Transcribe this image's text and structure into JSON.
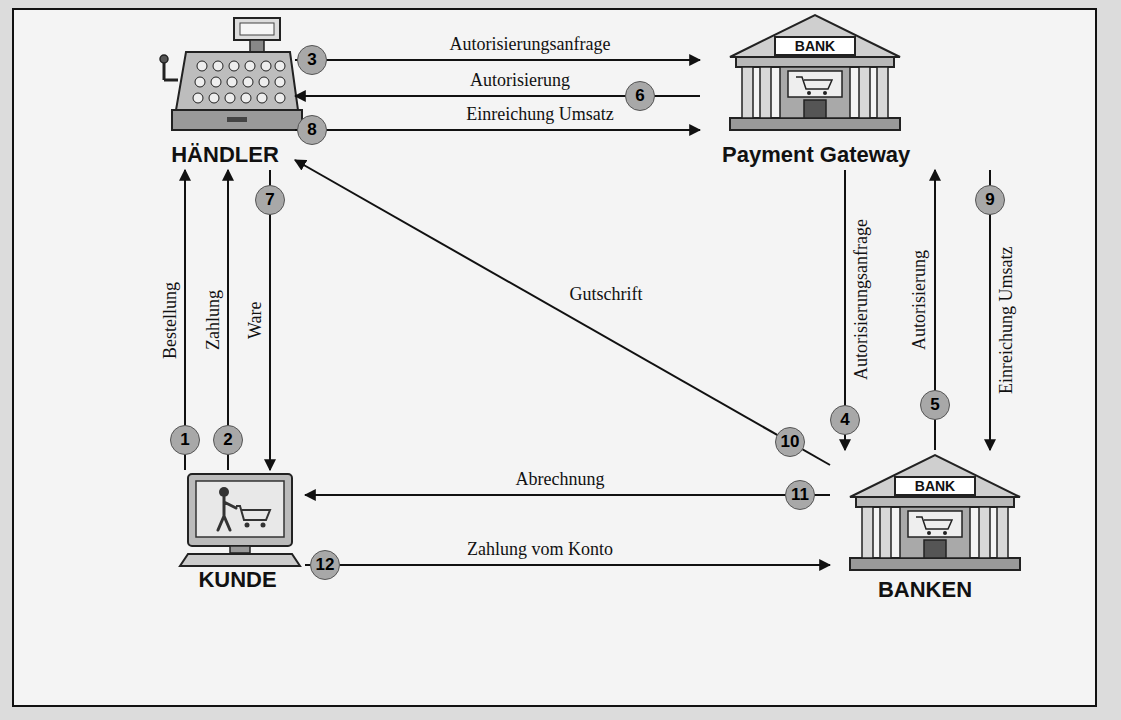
{
  "diagram": {
    "nodes": [
      {
        "text": [
          "HÄNDLER"
        ]
      },
      {
        "text": [
          "Payment Gateway"
        ]
      },
      {
        "text": [
          "KUNDE"
        ]
      },
      {
        "text": [
          "BANKEN"
        ]
      }
    ],
    "edges": [
      {
        "from": 2,
        "to": 0,
        "label": "Bestellung",
        "arrow": "to"
      },
      {
        "from": 2,
        "to": 0,
        "label": "Zahlung",
        "arrow": "to"
      },
      {
        "from": 0,
        "to": 1,
        "label": "Autorisierungsanfrage",
        "arrow": "to"
      },
      {
        "from": 1,
        "to": 3,
        "label": "Autorisierungsanfrage",
        "arrow": "to"
      },
      {
        "from": 3,
        "to": 1,
        "label": "Autorisierung",
        "arrow": "to"
      },
      {
        "from": 1,
        "to": 0,
        "label": "Autorisierung",
        "arrow": "to"
      },
      {
        "from": 0,
        "to": 2,
        "label": "Ware",
        "arrow": "to"
      },
      {
        "from": 0,
        "to": 1,
        "label": "Einreichung Umsatz",
        "arrow": "to"
      },
      {
        "from": 1,
        "to": 3,
        "label": "Einreichung Umsatz",
        "arrow": "to"
      },
      {
        "from": 3,
        "to": 0,
        "label": "Gutschrift",
        "arrow": "to"
      },
      {
        "from": 3,
        "to": 2,
        "label": "Abrechnung",
        "arrow": "to"
      },
      {
        "from": 2,
        "to": 3,
        "label": "Zahlung vom Konto",
        "arrow": "to"
      }
    ],
    "labels": [
      "BANK",
      "BANK",
      "1",
      "2",
      "3",
      "4",
      "5",
      "6",
      "7",
      "8",
      "9",
      "10",
      "11",
      "12"
    ]
  }
}
